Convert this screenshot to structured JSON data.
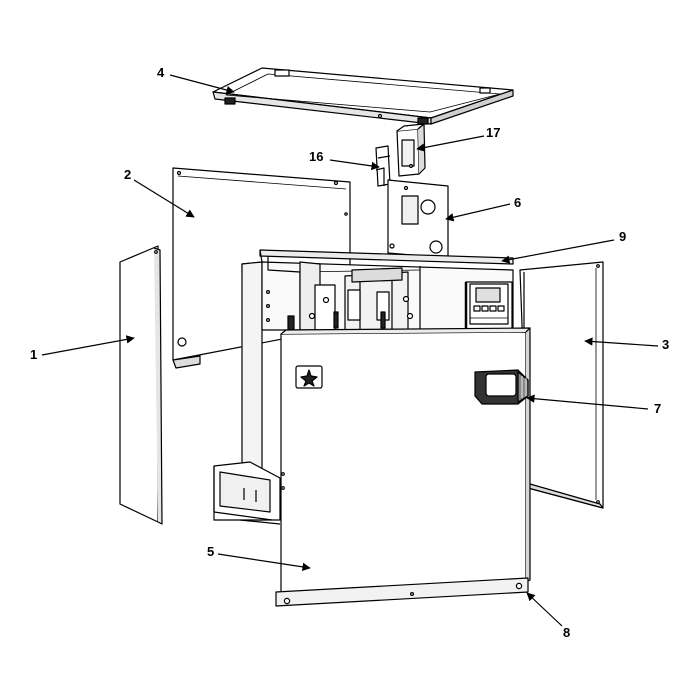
{
  "diagram": {
    "callouts": [
      {
        "id": "c1",
        "label": "1"
      },
      {
        "id": "c2",
        "label": "2"
      },
      {
        "id": "c3",
        "label": "3"
      },
      {
        "id": "c4",
        "label": "4"
      },
      {
        "id": "c5",
        "label": "5"
      },
      {
        "id": "c6",
        "label": "6"
      },
      {
        "id": "c7",
        "label": "7"
      },
      {
        "id": "c8",
        "label": "8"
      },
      {
        "id": "c9",
        "label": "9"
      },
      {
        "id": "c16",
        "label": "16"
      },
      {
        "id": "c17",
        "label": "17"
      }
    ],
    "colors": {
      "line": "#000000",
      "panel": "#ffffff",
      "shade": "#d8d8d8",
      "dark": "#1a1a1a"
    },
    "icons": [
      "brand-logo-icon",
      "digital-display-icon",
      "dispenser-button-icon"
    ]
  }
}
